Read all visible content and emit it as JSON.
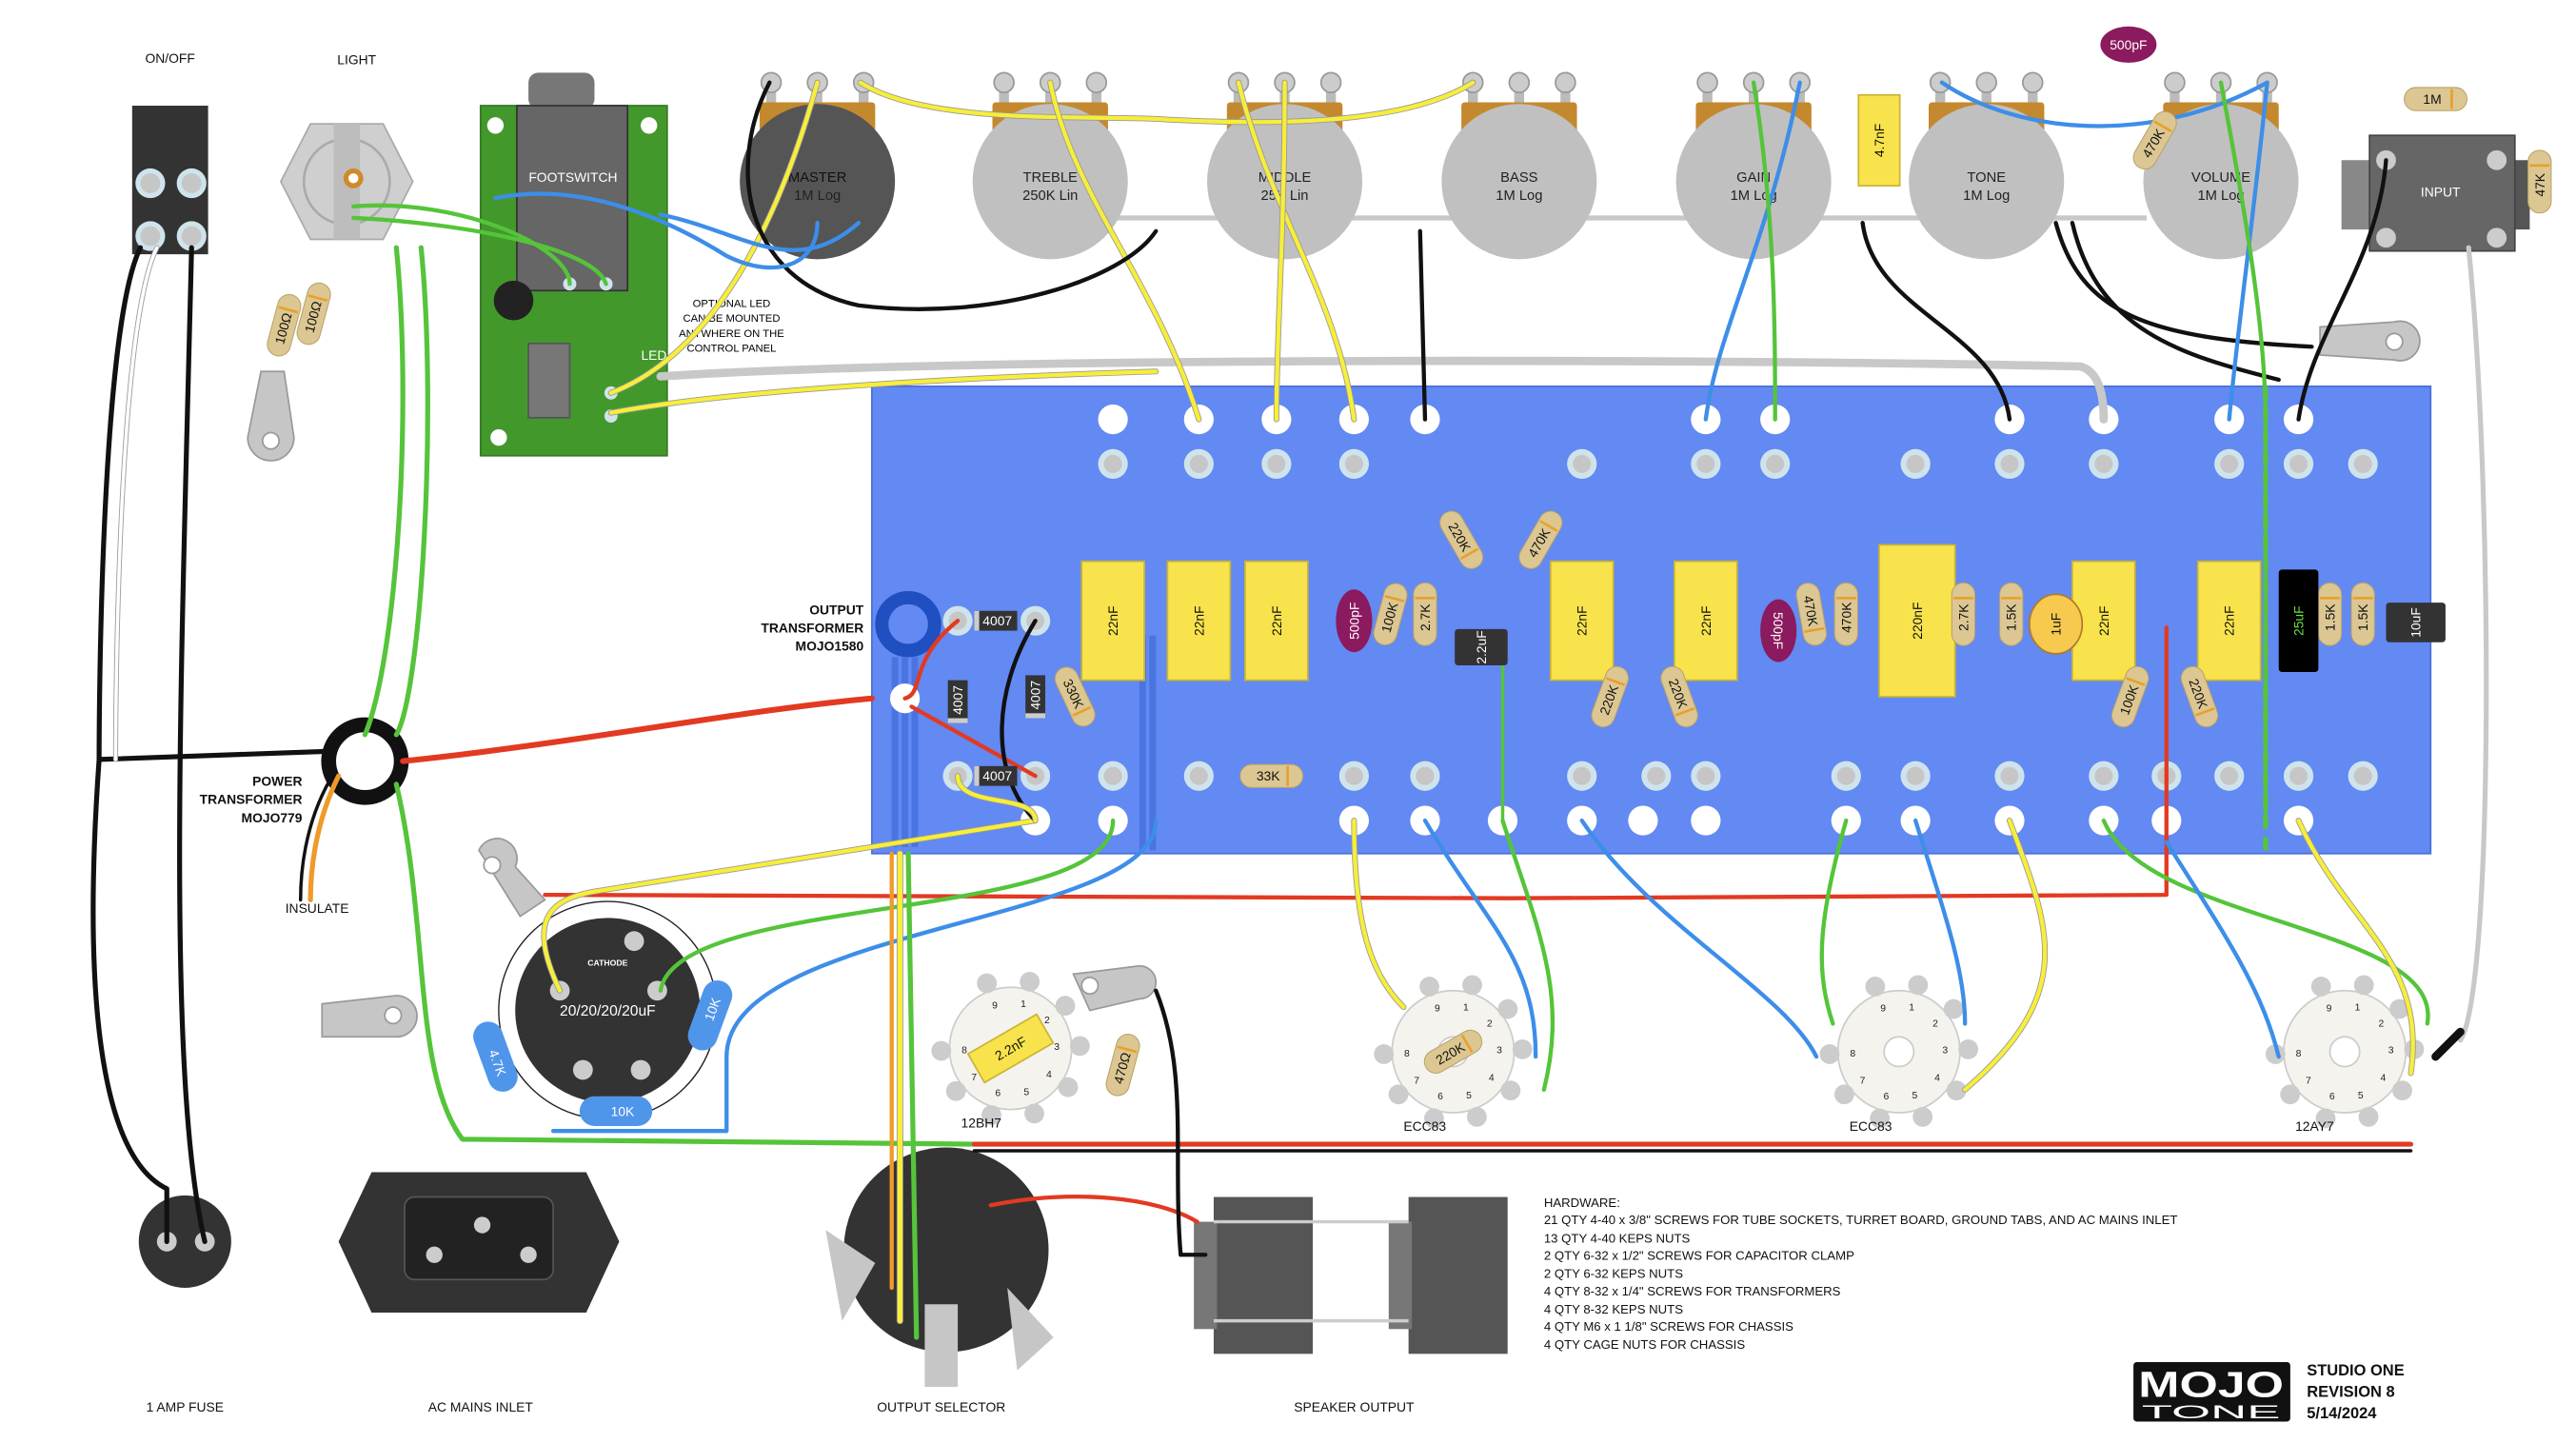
{
  "labels": {
    "on_off": "ON/OFF",
    "light": "LIGHT",
    "footswitch": "FOOTSWITCH",
    "led": "LED",
    "optional_led": [
      "OPTIONAL LED",
      "CAN BE MOUNTED",
      "ANYWHERE ON THE",
      "CONTROL PANEL"
    ],
    "output_transformer": [
      "OUTPUT",
      "TRANSFORMER",
      "MOJO1580"
    ],
    "power_transformer": [
      "POWER",
      "TRANSFORMER",
      "MOJO779"
    ],
    "insulate": "INSULATE",
    "input": "INPUT",
    "cap_can": "20/20/20/20uF",
    "cathode": "CATHODE",
    "fuse": "1 AMP FUSE",
    "ac_inlet": "AC MAINS INLET",
    "output_selector": "OUTPUT SELECTOR",
    "speaker_output": "SPEAKER OUTPUT"
  },
  "pots": [
    {
      "name": "MASTER",
      "value": "1M Log"
    },
    {
      "name": "TREBLE",
      "value": "250K Lin"
    },
    {
      "name": "MIDDLE",
      "value": "25K Lin"
    },
    {
      "name": "BASS",
      "value": "1M Log"
    },
    {
      "name": "GAIN",
      "value": "1M Log"
    },
    {
      "name": "TONE",
      "value": "1M Log"
    },
    {
      "name": "VOLUME",
      "value": "1M Log"
    }
  ],
  "tubes": [
    "12BH7",
    "ECC83",
    "ECC83",
    "12AY7"
  ],
  "components": {
    "film_caps": [
      "22nF",
      "22nF",
      "22nF",
      "22nF",
      "22nF",
      "220nF",
      "22nF",
      "22nF",
      "4.7nF",
      "2.2nF"
    ],
    "resistors": [
      "330K",
      "100K",
      "2.7K",
      "220K",
      "470K",
      "220K",
      "220K",
      "470K",
      "470K",
      "2.7K",
      "1.5K",
      "100K",
      "220K",
      "1.5K",
      "1.5K",
      "33K",
      "100Ω",
      "100Ω",
      "470Ω",
      "220K",
      "1M",
      "47K",
      "470K"
    ],
    "blue_resistors": [
      "4.7K",
      "10K",
      "10K"
    ],
    "diodes": [
      "4007",
      "4007",
      "4007",
      "4007"
    ],
    "disc_caps": [
      "500pF",
      "500pF",
      "500pF"
    ],
    "electrolytics": [
      "2.2uF",
      "25uF",
      "10uF"
    ],
    "tant_cap": "1uF"
  },
  "hardware": {
    "title": "HARDWARE:",
    "lines": [
      "21 QTY 4-40 x 3/8\" SCREWS FOR TUBE SOCKETS, TURRET BOARD, GROUND TABS, AND AC MAINS INLET",
      "13 QTY 4-40 KEPS NUTS",
      "2 QTY 6-32 x 1/2\" SCREWS FOR CAPACITOR CLAMP",
      "2 QTY 6-32 KEPS NUTS",
      "4 QTY 8-32 x 1/4\" SCREWS FOR TRANSFORMERS",
      "4 QTY 8-32 KEPS NUTS",
      "4 QTY M6 x 1 1/8\" SCREWS FOR CHASSIS",
      "4 QTY CAGE NUTS FOR CHASSIS"
    ]
  },
  "title_block": {
    "logo_top": "MOJO",
    "logo_bottom": "TONE",
    "model": "STUDIO ONE",
    "revision": "REVISION 8",
    "date": "5/14/2024"
  },
  "colors": {
    "turret_board": "#6389f2",
    "pcb": "#43982c",
    "film_cap": "#f8e34c",
    "resistor": "#dcc792",
    "disc_cap": "#8b1a5e",
    "wire_yellow": "#f7ee3a",
    "wire_blue": "#3d8ee8",
    "wire_green": "#55c43a",
    "wire_red": "#e23a22",
    "wire_black": "#111111",
    "wire_grey": "#c8c8c8"
  }
}
